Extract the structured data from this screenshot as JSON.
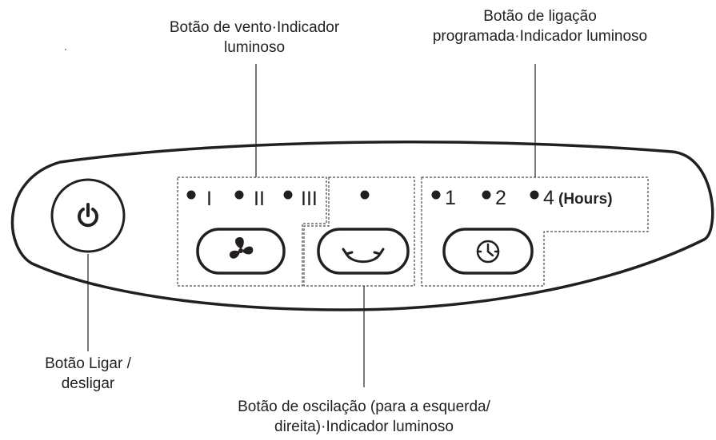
{
  "callouts": {
    "wind": {
      "line1": "Botão de vento·Indicador",
      "line2": "luminoso"
    },
    "timer": {
      "line1": "Botão de ligação",
      "line2": "programada·Indicador luminoso"
    },
    "power": {
      "line1": "Botão Ligar /",
      "line2": "desligar"
    },
    "swing": {
      "line1": "Botão de oscilação (para a esquerda/",
      "line2": "direita)·Indicador luminoso"
    }
  },
  "indicators": {
    "speed": [
      "I",
      "II",
      "III"
    ],
    "timer": [
      "1",
      "2",
      "4"
    ],
    "timer_unit": "(Hours)"
  },
  "icons": {
    "power": "power-icon",
    "fan": "fan-icon",
    "swing": "swing-arrow-icon",
    "timer": "clock-icon"
  },
  "colors": {
    "ink": "#231f20",
    "background": "#ffffff"
  }
}
